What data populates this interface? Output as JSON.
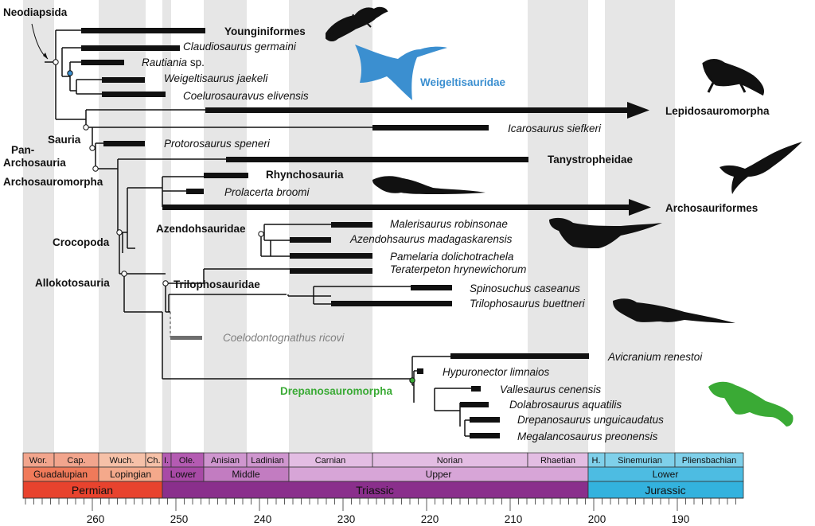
{
  "taxa": {
    "younginiformes": "Younginiformes",
    "claudiosaurus": "Claudiosaurus germaini",
    "rautiania": "Rautiania",
    "rautiania_sp": "sp.",
    "weigeltisaurus": "Weigeltisaurus jaekeli",
    "coelurosauravus": "Coelurosauravus elivensis",
    "lepidosauromorpha": "Lepidosauromorpha",
    "icarosaurus": "Icarosaurus siefkeri",
    "protorosaurus": "Protorosaurus speneri",
    "tanystropheidae": "Tanystropheidae",
    "rhynchosauria": "Rhynchosauria",
    "prolacerta": "Prolacerta broomi",
    "archosauriformes": "Archosauriformes",
    "malerisaurus": "Malerisaurus robinsonae",
    "azendohsaurus": "Azendohsaurus madagaskarensis",
    "pamelaria": "Pamelaria dolichotrachela",
    "teraterpeton": "Teraterpeton hrynewichorum",
    "spinosuchus": "Spinosuchus caseanus",
    "trilophosaurus": "Trilophosaurus buettneri",
    "coelodontognathus": "Coelodontognathus ricovi",
    "avicranium": "Avicranium renestoi",
    "hypuronector": "Hypuronector limnaios",
    "vallesaurus": "Vallesaurus cenensis",
    "dolabrosaurus": "Dolabrosaurus aquatilis",
    "drepanosaurus": "Drepanosaurus unguicaudatus",
    "megalancosaurus": "Megalancosaurus preonensis"
  },
  "clades": {
    "neodiapsida": "Neodiapsida",
    "weigeltisauridae": "Weigeltisauridae",
    "sauria": "Sauria",
    "pan_archosauria_1": "Pan-",
    "pan_archosauria_2": "Archosauria",
    "archosauromorpha": "Archosauromorpha",
    "crocopoda": "Crocopoda",
    "azendohsauridae": "Azendohsauridae",
    "allokotosauria": "Allokotosauria",
    "trilophosauridae": "Trilophosauridae",
    "drepanosauromorpha": "Drepanosauromorpha"
  },
  "timescale": {
    "ages": [
      "Wor.",
      "Cap.",
      "Wuch.",
      "Ch.",
      "I.",
      "Ole.",
      "Anisian",
      "Ladinian",
      "Carnian",
      "Norian",
      "Rhaetian",
      "H.",
      "Sinemurian",
      "Pliensbachian"
    ],
    "epochs": [
      "Guadalupian",
      "Lopingian",
      "Lower",
      "Middle",
      "Upper",
      "Lower"
    ],
    "periods": [
      "Permian",
      "Triassic",
      "Jurassic"
    ],
    "ticks": [
      "260",
      "250",
      "240",
      "230",
      "220",
      "210",
      "200",
      "190"
    ]
  },
  "colors": {
    "weigeltisauridae": "#3b8fd0",
    "drepanosauromorpha": "#3aaa35",
    "coelodontognathus": "#808080",
    "permian": "#e8432e",
    "triassic": "#8a2f8c",
    "jurassic": "#33b2de"
  }
}
